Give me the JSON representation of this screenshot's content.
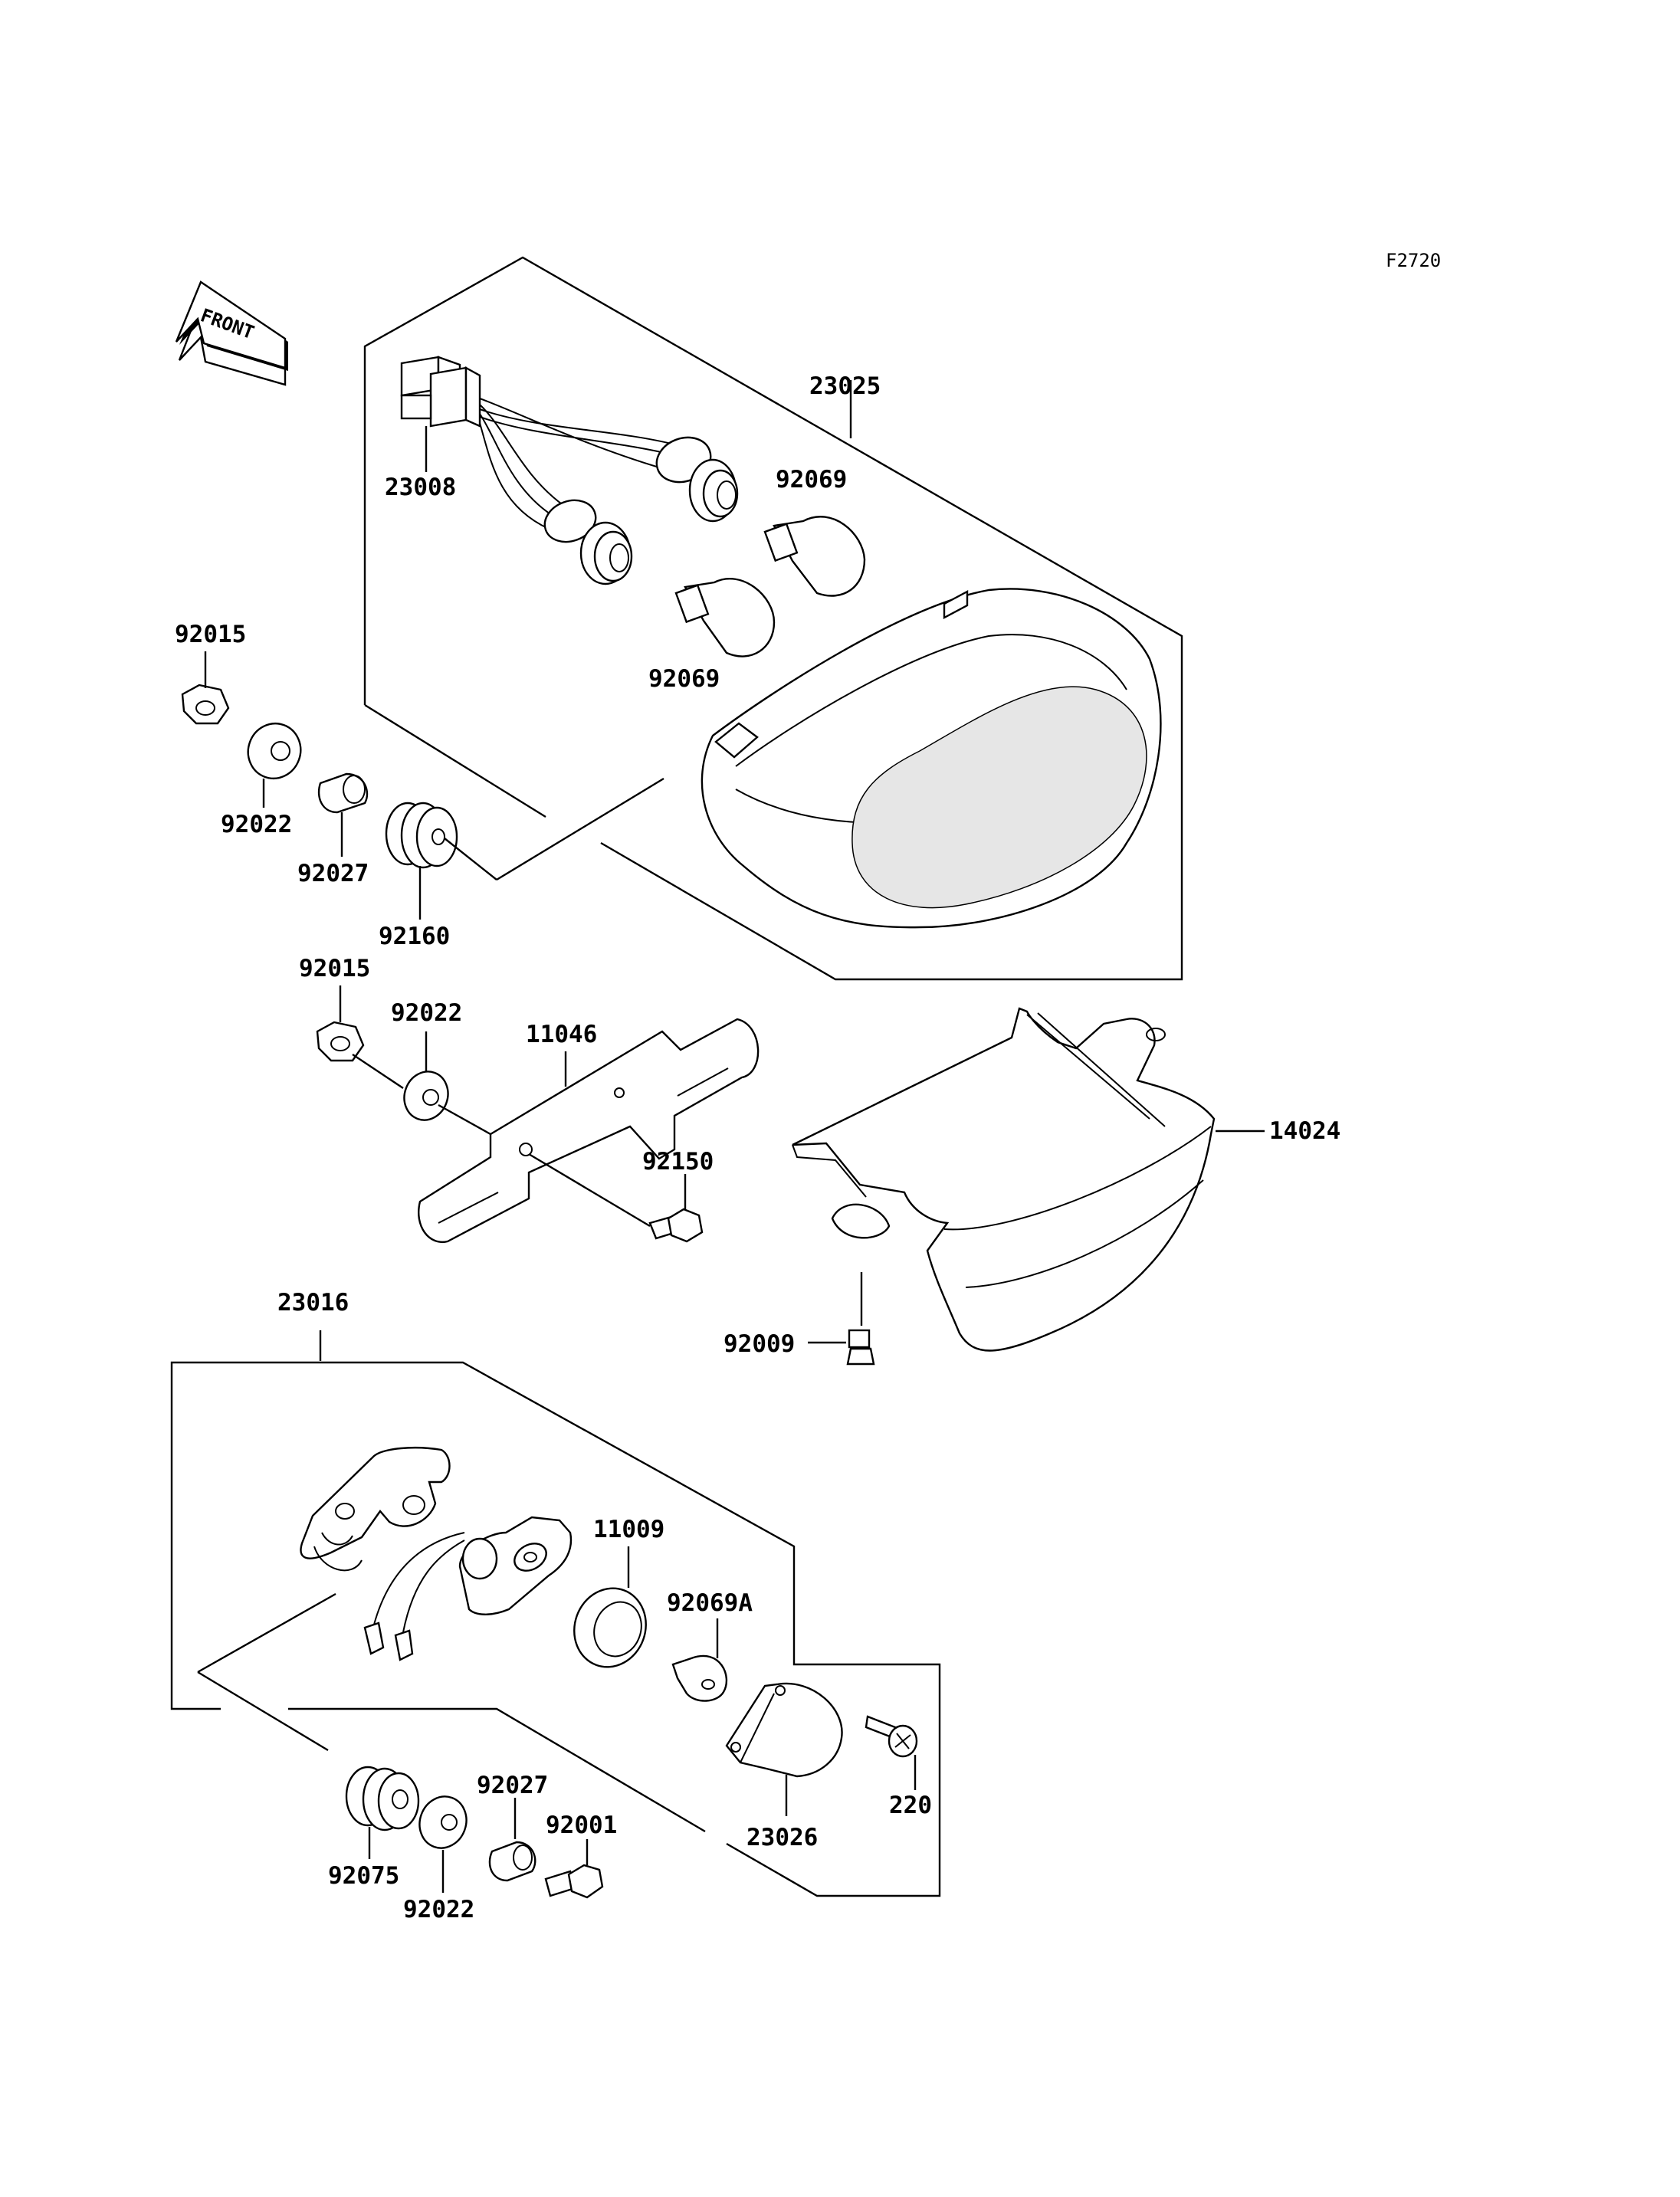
{
  "diagram": {
    "figure_code": "F2720",
    "front_label": "FRONT",
    "labels": {
      "p23025": "23025",
      "p23008": "23008",
      "p92069_top": "92069",
      "p92069_bottom": "92069",
      "p92015_top": "92015",
      "p92022_top": "92022",
      "p92027_top": "92027",
      "p92160": "92160",
      "p92015_mid": "92015",
      "p92022_mid": "92022",
      "p11046": "11046",
      "p14024": "14024",
      "p92150": "92150",
      "p92009": "92009",
      "p23016": "23016",
      "p11009": "11009",
      "p92069A": "92069A",
      "p220": "220",
      "p23026": "23026",
      "p92027_bottom": "92027",
      "p92001": "92001",
      "p92075": "92075",
      "p92022_bottom": "92022"
    }
  }
}
